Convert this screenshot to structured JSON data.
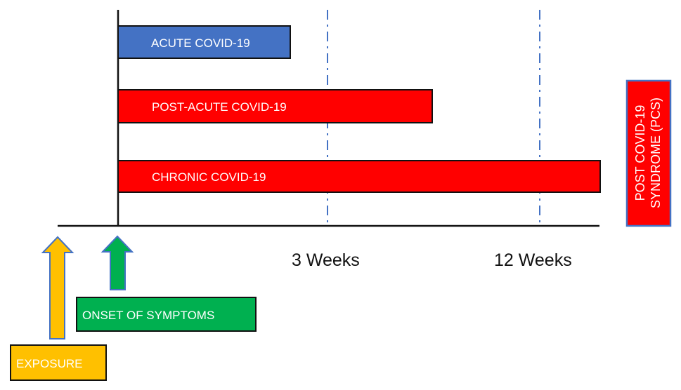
{
  "bars": [
    {
      "label": "ACUTE COVID-19",
      "color": "#4472C4"
    },
    {
      "label": "POST-ACUTE COVID-19",
      "color": "#FF0000"
    },
    {
      "label": "CHRONIC COVID-19",
      "color": "#FF0000"
    }
  ],
  "ticks": [
    {
      "label": "3 Weeks"
    },
    {
      "label": "12 Weeks"
    }
  ],
  "markers": {
    "exposure": {
      "label": "EXPOSURE",
      "color": "#FFC000"
    },
    "onset": {
      "label": "ONSET OF SYMPTOMS",
      "color": "#00B050"
    }
  },
  "pcs_box": {
    "line1": "POST COVID-19",
    "line2": "SYNDROME (PCS)",
    "color": "#FF0000",
    "border": "#4472C4"
  }
}
